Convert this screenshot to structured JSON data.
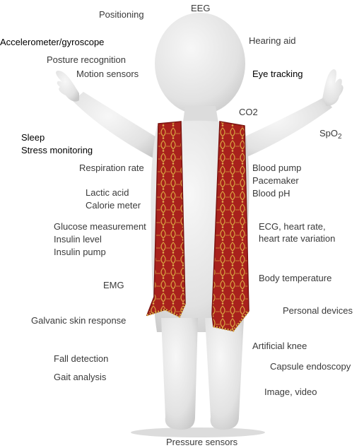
{
  "labels": {
    "eeg": "EEG",
    "positioning": "Positioning",
    "accelerometer": "Accelerometer/gyroscope",
    "hearing_aid": "Hearing aid",
    "posture_recognition": "Posture recognition",
    "motion_sensors": "Motion sensors",
    "eye_tracking": "Eye tracking",
    "co2": "CO2",
    "spo2": "SpO",
    "spo2_sub": "2",
    "sleep": "Sleep",
    "stress_monitoring": "Stress monitoring",
    "respiration_rate": "Respiration rate",
    "blood_pump": "Blood pump",
    "pacemaker": "Pacemaker",
    "blood_ph": "Blood pH",
    "lactic_acid": "Lactic acid",
    "calorie_meter": "Calorie meter",
    "glucose_measurement": "Glucose measurement",
    "insulin_level": "Insulin level",
    "insulin_pump": "Insulin pump",
    "ecg": "ECG, heart rate,\nheart rate variation",
    "body_temperature": "Body temperature",
    "emg": "EMG",
    "personal_devices": "Personal devices",
    "galvanic": "Galvanic skin response",
    "artificial_knee": "Artificial knee",
    "fall_detection": "Fall detection",
    "capsule_endoscopy": "Capsule endoscopy",
    "gait_analysis": "Gait analysis",
    "image_video": "Image, video",
    "pressure_sensors": "Pressure sensors"
  },
  "colors": {
    "figure_body": "#e6e6e6",
    "figure_shadow": "#c9c9c9",
    "stole_red": "#a8211c",
    "stole_gold": "#d9a441",
    "text_gray": "#3a3a3a",
    "text_black": "#000000"
  },
  "icons": {
    "figure": "3d-human-figure",
    "stole": "embroidered-stole"
  }
}
